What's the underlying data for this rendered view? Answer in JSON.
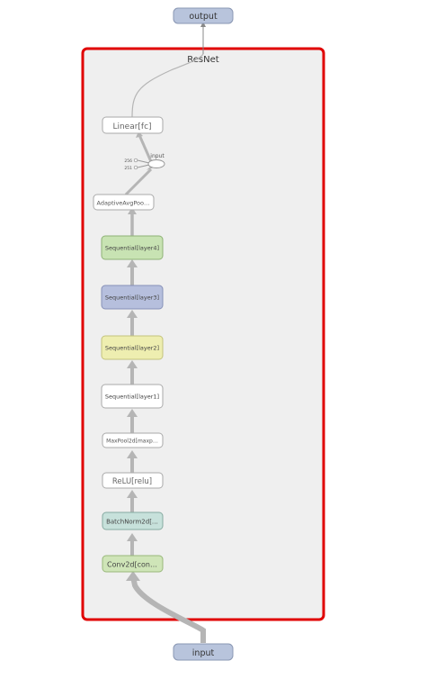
{
  "graph": {
    "group_label": "ResNet",
    "io": {
      "output": "output",
      "input": "input"
    },
    "nodes": {
      "linear_fc": "Linear[fc]",
      "op_input": "input",
      "adaptive_avg_pool": "AdaptiveAvgPoo…",
      "layer4": "Sequential[layer4]",
      "layer3": "Sequential[layer3]",
      "layer2": "Sequential[layer2]",
      "layer1": "Sequential[layer1]",
      "maxpool": "MaxPool2d[maxp…",
      "relu": "ReLU[relu]",
      "bn1": "BatchNorm2d[…",
      "conv1": "Conv2d[con…"
    },
    "const_labels": [
      "256",
      "251"
    ],
    "colors": {
      "group_border": "#e00000",
      "group_fill": "#efefef",
      "io_fill": "#b8c4dc",
      "io_stroke": "#8a97b3",
      "node_fill": "#ffffff",
      "node_stroke": "#aaaaaa",
      "layer4_fill": "#c8e3b3",
      "layer4_stroke": "#8eb275",
      "layer3_fill": "#b6bfdd",
      "layer3_stroke": "#8690b8",
      "layer2_fill": "#eeeeb0",
      "layer2_stroke": "#c3c37b",
      "bn_fill": "#c7e1db",
      "bn_stroke": "#86aaa1",
      "conv_fill": "#cfe5b8",
      "conv_stroke": "#98b87a",
      "edge": "#b5b5b5"
    }
  }
}
